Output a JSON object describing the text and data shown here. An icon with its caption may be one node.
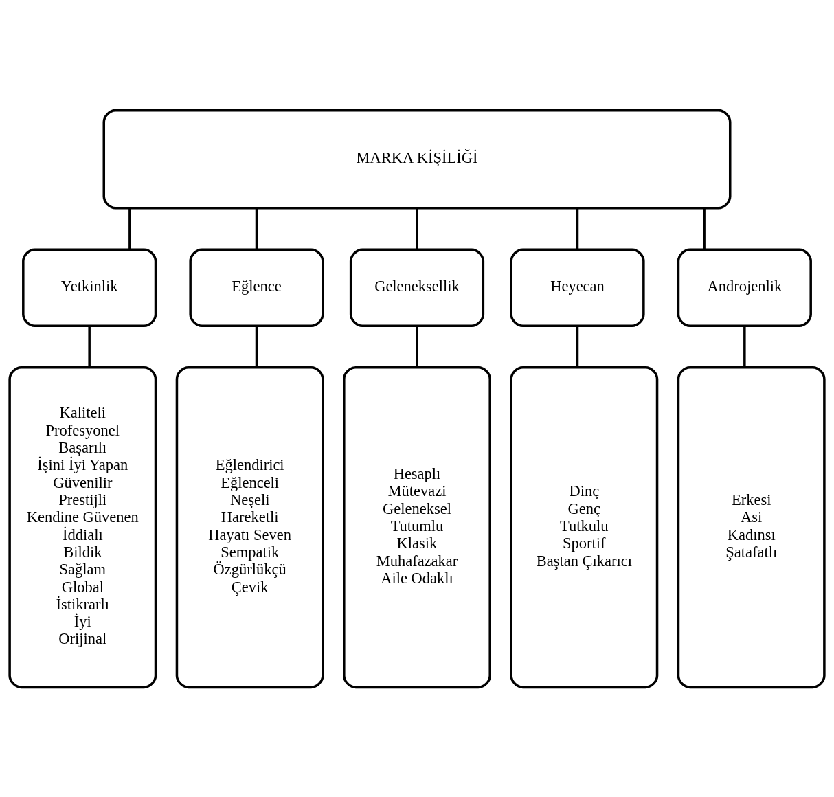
{
  "diagram": {
    "nodes": [
      {
        "text": [
          "MARKA KİŞİLİĞİ"
        ]
      },
      {
        "text": [
          "Yetkinlik"
        ]
      },
      {
        "text": [
          "Eğlence"
        ]
      },
      {
        "text": [
          "Geleneksellik"
        ]
      },
      {
        "text": [
          "Heyecan"
        ]
      },
      {
        "text": [
          "Androjenlik"
        ]
      },
      {
        "text": [
          "Kaliteli",
          "Profesyonel",
          "Başarılı",
          "İşini İyi Yapan",
          "Güvenilir",
          "Prestijli",
          "Kendine Güvenen",
          "İddialı",
          "Bildik",
          "Sağlam",
          "Global",
          "İstikrarlı",
          "İyi",
          "Orijinal"
        ]
      },
      {
        "text": [
          "Eğlendirici",
          "Eğlenceli",
          "Neşeli",
          "Hareketli",
          "Hayatı Seven",
          "Sempatik",
          "Özgürlükçü",
          "Çevik"
        ]
      },
      {
        "text": [
          "Hesaplı",
          "Mütevazi",
          "Geleneksel",
          "Tutumlu",
          "Klasik",
          "Muhafazakar",
          "Aile Odaklı"
        ]
      },
      {
        "text": [
          "Dinç",
          "Genç",
          "Tutkulu",
          "Sportif",
          "Baştan Çıkarıcı"
        ]
      },
      {
        "text": [
          "Erkesi",
          "Asi",
          "Kadınsı",
          "Şatafatlı"
        ]
      }
    ],
    "edges": [
      {
        "from": 0,
        "to": 1,
        "arrow": "none"
      },
      {
        "from": 0,
        "to": 2,
        "arrow": "none"
      },
      {
        "from": 0,
        "to": 3,
        "arrow": "none"
      },
      {
        "from": 0,
        "to": 4,
        "arrow": "none"
      },
      {
        "from": 0,
        "to": 5,
        "arrow": "none"
      },
      {
        "from": 1,
        "to": 6,
        "arrow": "none"
      },
      {
        "from": 2,
        "to": 7,
        "arrow": "none"
      },
      {
        "from": 3,
        "to": 8,
        "arrow": "none"
      },
      {
        "from": 4,
        "to": 9,
        "arrow": "none"
      },
      {
        "from": 5,
        "to": 10,
        "arrow": "none"
      }
    ]
  }
}
